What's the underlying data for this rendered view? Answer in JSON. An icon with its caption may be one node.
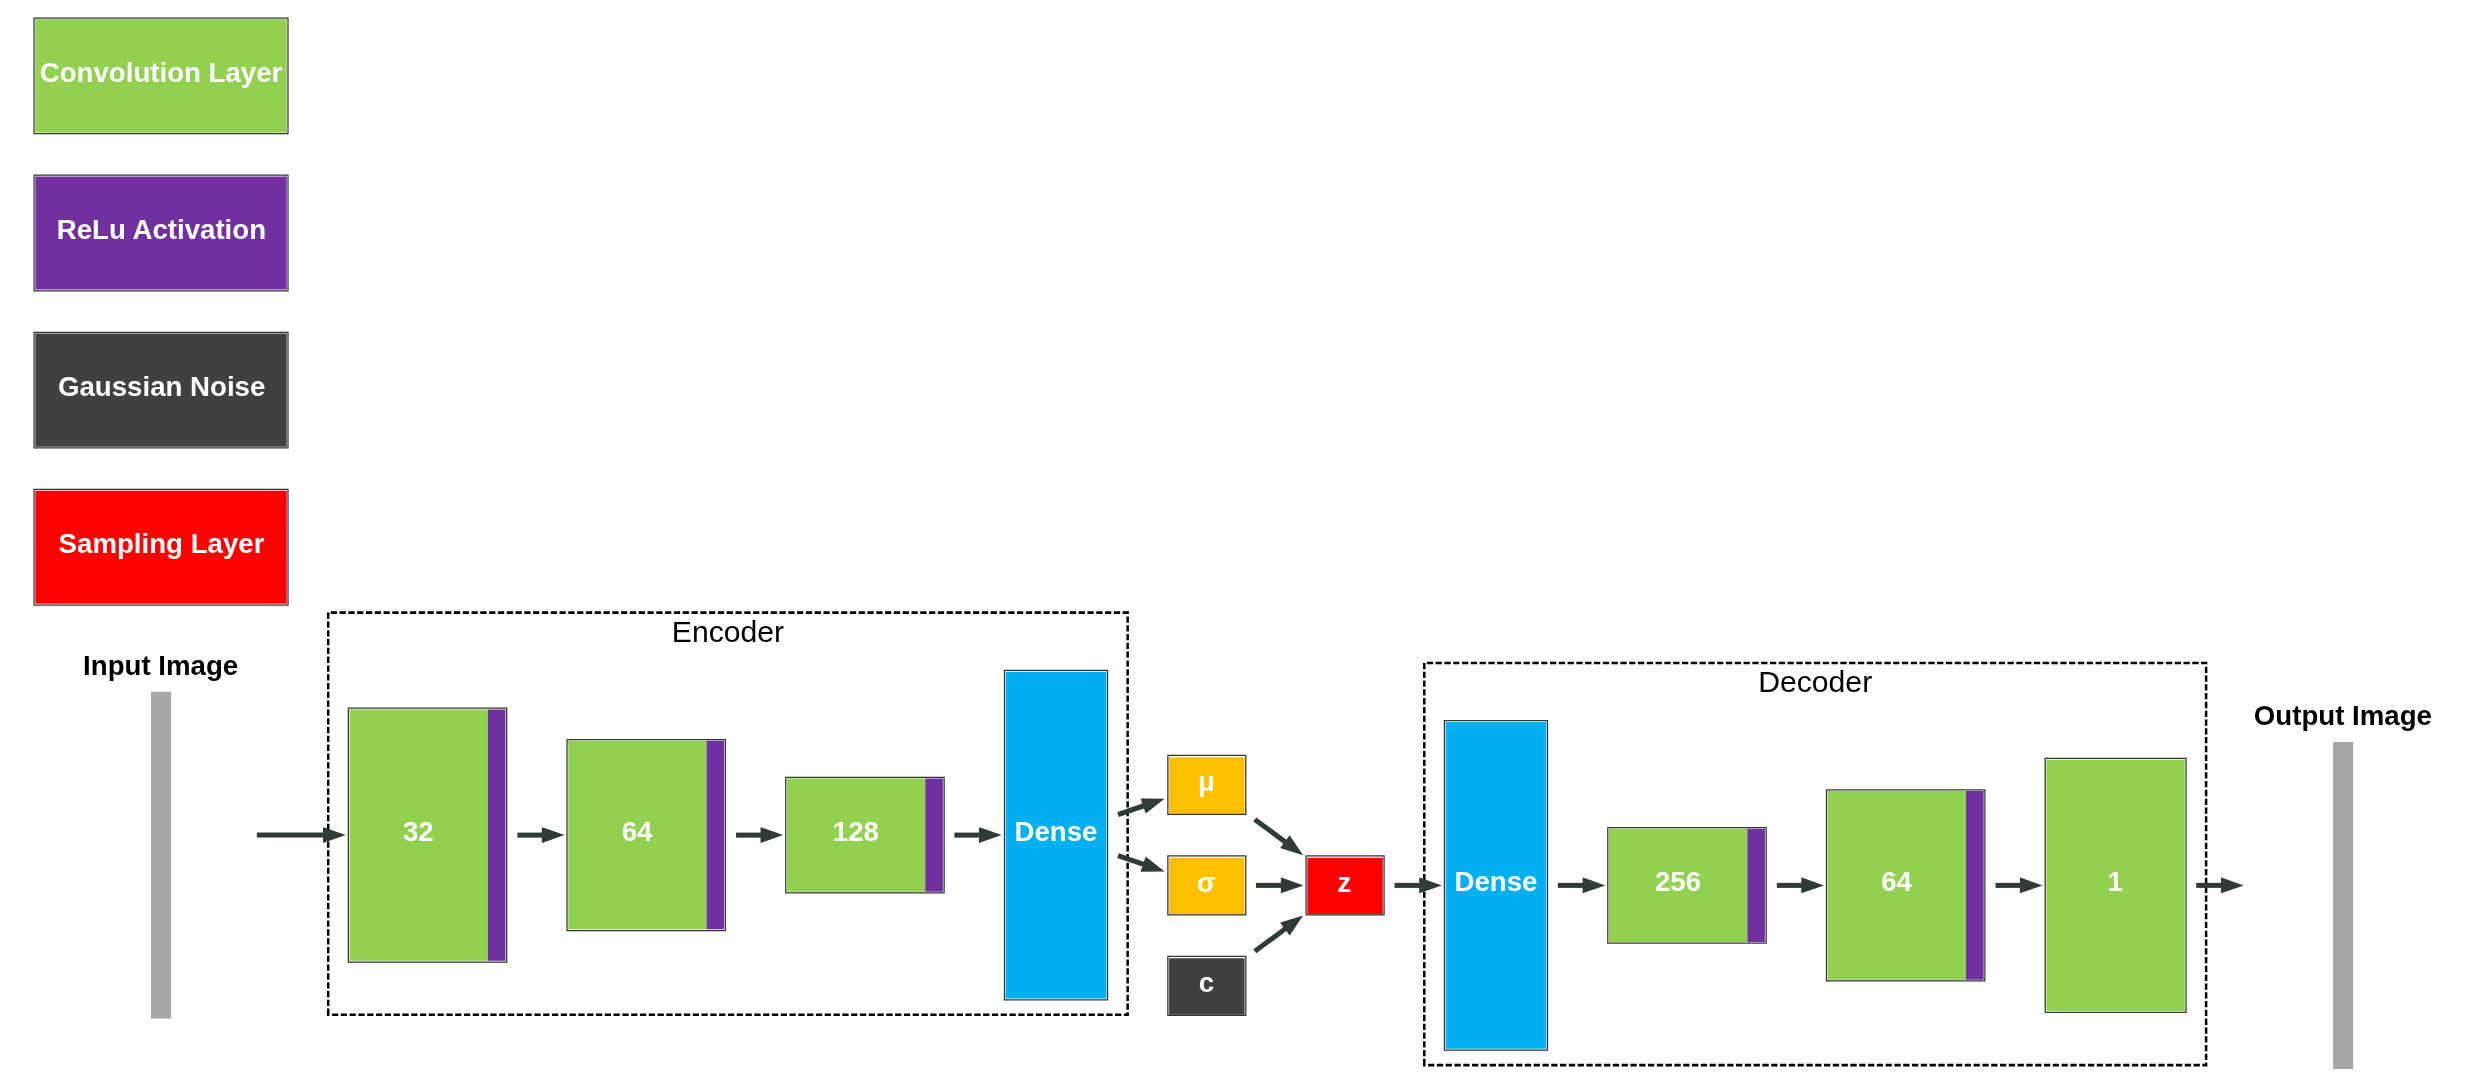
{
  "diagram": {
    "nodes": [
      {
        "text": [
          "Input Image"
        ]
      },
      {
        "text": [
          "Encoder"
        ]
      },
      {
        "text": [
          "32"
        ],
        "in": 1
      },
      {
        "text": [
          "64"
        ],
        "in": 1
      },
      {
        "text": [
          "128"
        ],
        "in": 1
      },
      {
        "text": [
          "Dense"
        ],
        "in": 1
      },
      {
        "text": [
          "μ"
        ]
      },
      {
        "text": [
          "c"
        ]
      },
      {
        "text": [
          "σ"
        ]
      },
      {
        "text": [
          "z"
        ]
      },
      {
        "text": [
          "Decoder"
        ]
      },
      {
        "text": [
          "Dense"
        ],
        "in": 10
      },
      {
        "text": [
          "256"
        ],
        "in": 10
      },
      {
        "text": [
          "64"
        ],
        "in": 10
      },
      {
        "text": [
          "1"
        ],
        "in": 10
      },
      {
        "text": [
          "Output Image"
        ]
      }
    ],
    "edges": [
      {
        "from": 0,
        "to": 2,
        "arrow": "to"
      },
      {
        "from": 2,
        "to": 3,
        "arrow": "to"
      },
      {
        "from": 3,
        "to": 4,
        "arrow": "to"
      },
      {
        "from": 4,
        "to": 5,
        "arrow": "to"
      },
      {
        "from": 5,
        "to": 6,
        "arrow": "to"
      },
      {
        "from": 5,
        "to": 8,
        "arrow": "to"
      },
      {
        "from": 6,
        "to": 9,
        "arrow": "to"
      },
      {
        "from": 7,
        "to": 9,
        "arrow": "to"
      },
      {
        "from": 8,
        "to": 9,
        "arrow": "to"
      },
      {
        "from": 9,
        "to": 11,
        "arrow": "to"
      },
      {
        "from": 11,
        "to": 12,
        "arrow": "to"
      },
      {
        "from": 12,
        "to": 13,
        "arrow": "to"
      },
      {
        "from": 13,
        "to": 14,
        "arrow": "to"
      },
      {
        "from": 14,
        "to": 15,
        "arrow": "to"
      }
    ],
    "legend": [
      {
        "text": "Convolution Layer",
        "color": "#92d050"
      },
      {
        "text": "ReLu Activation",
        "color": "#7030a0"
      },
      {
        "text": "Gaussian Noise",
        "color": "#404040"
      },
      {
        "text": "Sampling Layer",
        "color": "#ff0000"
      }
    ]
  }
}
